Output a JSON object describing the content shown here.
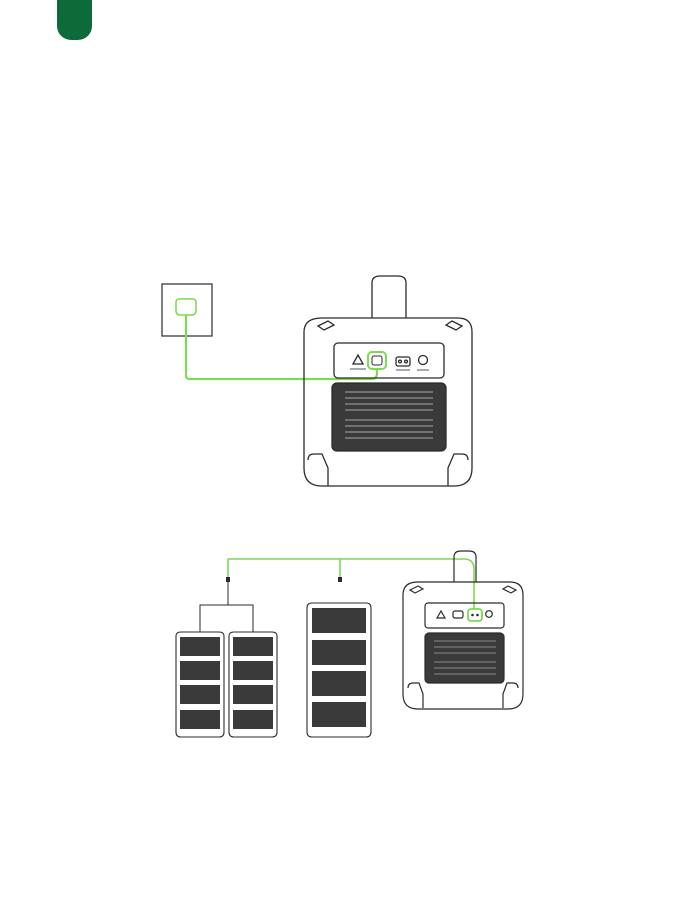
{
  "colors": {
    "accent": "#0d6b3a",
    "cable": "#7ed957",
    "line": "#2b2b2b",
    "panel_dark": "#3a3a3a"
  },
  "figures": [
    {
      "name": "wall-socket-to-ac-port-diagram",
      "elements": [
        "wall-socket-icon",
        "ac-cable",
        "power-station-rear-view"
      ]
    },
    {
      "name": "battery-packs-to-port-diagram",
      "elements": [
        "battery-stack-small-left",
        "battery-stack-small-right",
        "battery-stack-large",
        "expansion-cable",
        "power-station-rear-view-small"
      ]
    }
  ]
}
